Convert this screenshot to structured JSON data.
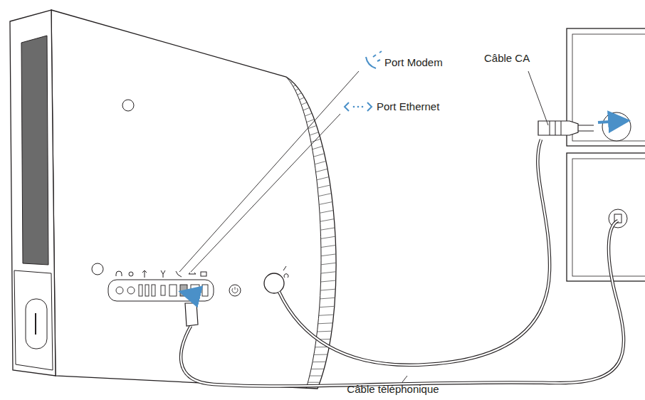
{
  "diagram": {
    "labels": [
      "Port Modem",
      "Port Ethernet",
      "Câble CA",
      "Câble téléphonique"
    ]
  }
}
